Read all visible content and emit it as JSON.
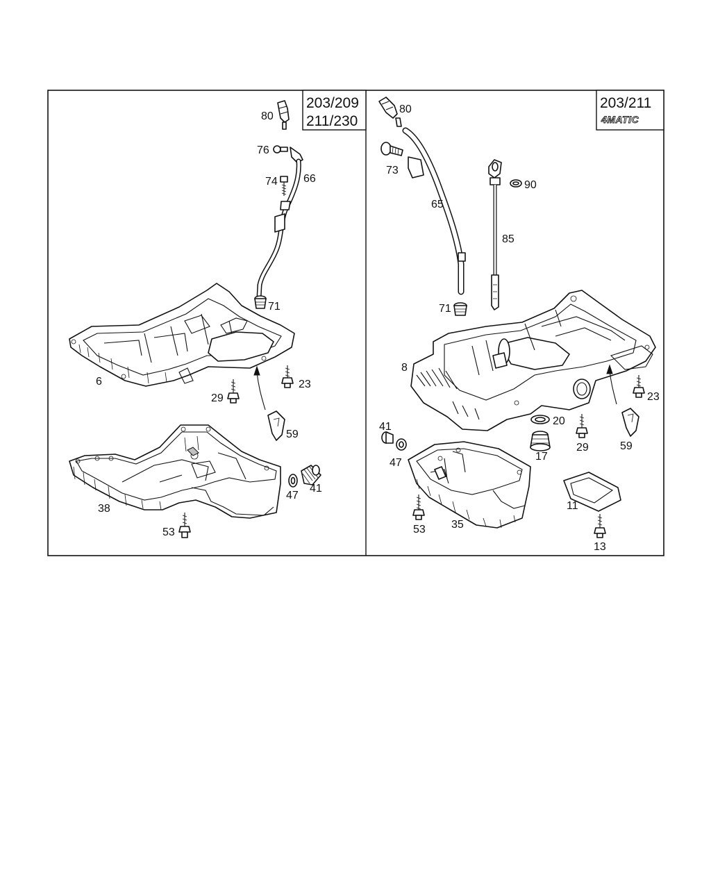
{
  "panels": {
    "left": {
      "models": [
        "203/209",
        "211/230"
      ],
      "labels": {
        "p80": "80",
        "p76": "76",
        "p74": "74",
        "p66": "66",
        "p71": "71",
        "p6": "6",
        "p29": "29",
        "p23": "23",
        "p59": "59",
        "p38": "38",
        "p47": "47",
        "p41": "41",
        "p53": "53"
      }
    },
    "right": {
      "models": [
        "203/211"
      ],
      "badge": "4MATIC",
      "labels": {
        "p80": "80",
        "p73": "73",
        "p90": "90",
        "p65": "65",
        "p85": "85",
        "p71": "71",
        "p8": "8",
        "p41": "41",
        "p47": "47",
        "p20": "20",
        "p17": "17",
        "p29": "29",
        "p59": "59",
        "p23": "23",
        "p11": "11",
        "p53": "53",
        "p35": "35",
        "p13": "13"
      }
    }
  },
  "colors": {
    "line": "#111111",
    "background": "#ffffff"
  }
}
